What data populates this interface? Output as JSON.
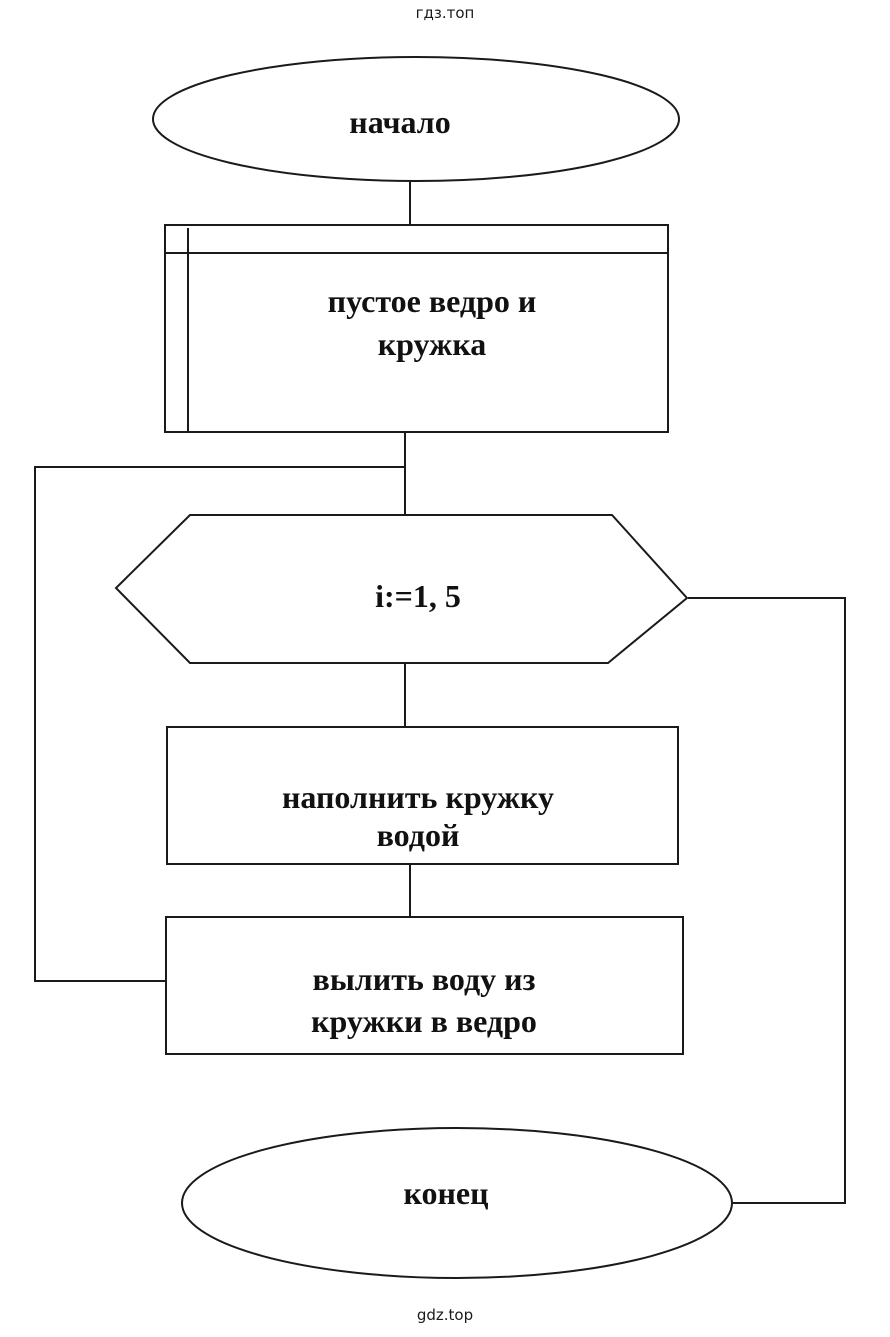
{
  "watermarks": {
    "top": "гдз.топ",
    "bottom": "gdz.top"
  },
  "flowchart": {
    "start": {
      "type": "terminator",
      "lines": [
        "начало"
      ]
    },
    "init": {
      "type": "predefined-process",
      "lines": [
        "пустое ведро и",
        "кружка"
      ]
    },
    "loop": {
      "type": "loop-hexagon",
      "lines": [
        "i:=1, 5"
      ]
    },
    "step1": {
      "type": "process",
      "lines": [
        "наполнить кружку",
        "водой"
      ]
    },
    "step2": {
      "type": "process",
      "lines": [
        "вылить воду из",
        "кружки в ведро"
      ]
    },
    "end": {
      "type": "terminator",
      "lines": [
        "конец"
      ]
    }
  },
  "colors": {
    "stroke": "#1a1a1a",
    "background": "#ffffff",
    "text": "#111111"
  }
}
